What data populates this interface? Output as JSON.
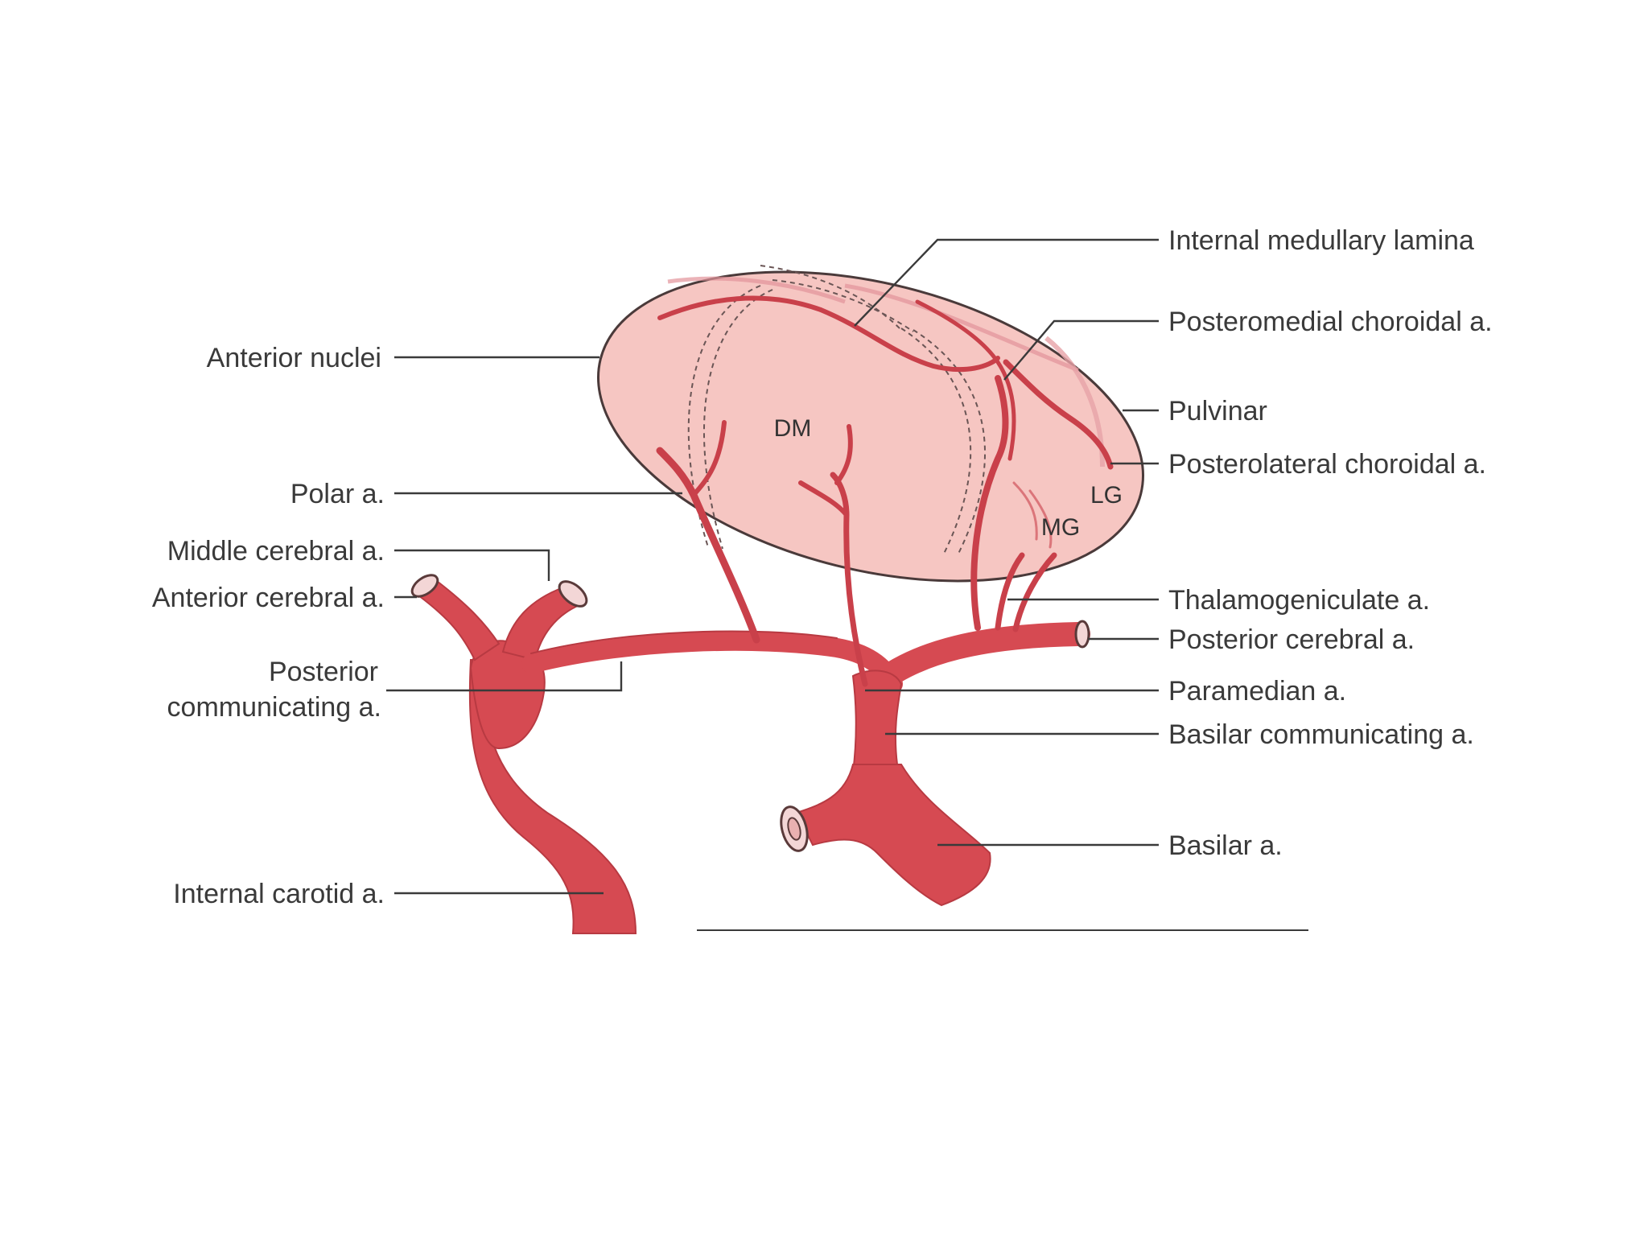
{
  "colors": {
    "artery": "#d64a52",
    "artery_dark": "#b83a42",
    "thalamus_fill": "#f6c6c2",
    "thalamus_stroke": "#4a3a3a",
    "label": "#3a3a3a"
  },
  "labels_left": {
    "anterior_nuclei": "Anterior nuclei",
    "polar": "Polar a.",
    "middle_cerebral": "Middle cerebral a.",
    "anterior_cerebral": "Anterior cerebral a.",
    "posterior_communicating_1": "Posterior",
    "posterior_communicating_2": "communicating a.",
    "internal_carotid": "Internal carotid a."
  },
  "labels_right": {
    "internal_medullary_lamina": "Internal medullary lamina",
    "posteromedial_choroidal": "Posteromedial choroidal a.",
    "pulvinar": "Pulvinar",
    "posterolateral_choroidal": "Posterolateral choroidal a.",
    "thalamogeniculate": "Thalamogeniculate a.",
    "posterior_cerebral": "Posterior cerebral a.",
    "paramedian": "Paramedian a.",
    "basilar_communicating": "Basilar communicating a.",
    "basilar": "Basilar a."
  },
  "labels_inner": {
    "dm": "DM",
    "lg": "LG",
    "mg": "MG"
  }
}
